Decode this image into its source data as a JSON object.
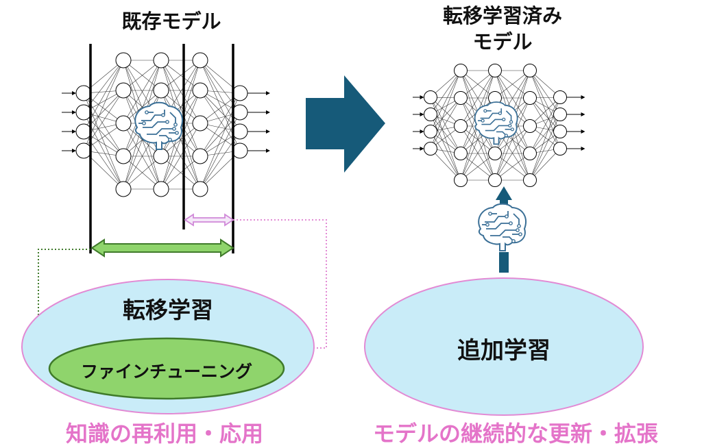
{
  "left": {
    "title": "既存モデル",
    "outer_label": "転移学習",
    "inner_label": "ファインチューニング",
    "caption": "知識の再利用・応用"
  },
  "right": {
    "title_line1": "転移学習済み",
    "title_line2": "モデル",
    "ellipse_label": "追加学習",
    "caption": "モデルの継続的な更新・拡張"
  },
  "colors": {
    "arrow": "#165a79",
    "ellipse_fill": "#c9ecf8",
    "ellipse_border": "#e28ad4",
    "green_fill": "#8fd46c",
    "green_border": "#3f7a2a",
    "caption": "#e474c9",
    "brain": "#3a6f96"
  },
  "icons": [
    "brain-circuit-icon",
    "right-arrow-icon",
    "up-arrow-icon"
  ]
}
